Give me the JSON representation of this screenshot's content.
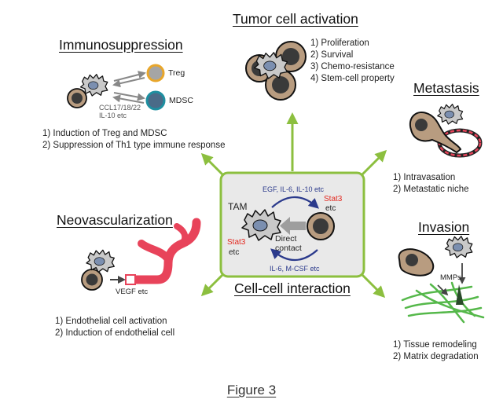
{
  "center": {
    "label": "Cell-cell interaction",
    "tam": "TAM",
    "stat3_left": "Stat3",
    "etc_left": "etc",
    "top_signals": "EGF, IL-6, IL-10 etc",
    "stat3_right": "Stat3",
    "etc_right": "etc",
    "contact_line1": "Direct",
    "contact_line2": "contact",
    "bottom_signals": "IL-6, M-CSF etc"
  },
  "tumor": {
    "title": "Tumor cell activation",
    "items": [
      "1) Proliferation",
      "2) Survival",
      "3) Chemo-resistance",
      "4) Stem-cell property"
    ]
  },
  "immuno": {
    "title": "Immunosuppression",
    "treg": "Treg",
    "mdsc": "MDSC",
    "cytokines1": "CCL17/18/22",
    "cytokines2": "IL-10 etc",
    "items": [
      "1) Induction of Treg and MDSC",
      "2) Suppression of Th1 type immune response"
    ]
  },
  "metastasis": {
    "title": "Metastasis",
    "items": [
      "1) Intravasation",
      "2) Metastatic niche"
    ]
  },
  "neovasc": {
    "title": "Neovascularization",
    "vegf": "VEGF etc",
    "items": [
      "1) Endothelial cell activation",
      "2) Induction of endothelial cell"
    ]
  },
  "invasion": {
    "title": "Invasion",
    "mmps": "MMPs",
    "items": [
      "1) Tissue remodeling",
      "2) Matrix degradation"
    ]
  },
  "caption": "Figure 3",
  "colors": {
    "arrow_green": "#8cbf3f",
    "center_bg": "#e9e9e9",
    "stat3_red": "#e3281f",
    "signal_blue": "#2b3a8c",
    "vessel_red": "#e8435a",
    "matrix_green": "#55b84a"
  }
}
